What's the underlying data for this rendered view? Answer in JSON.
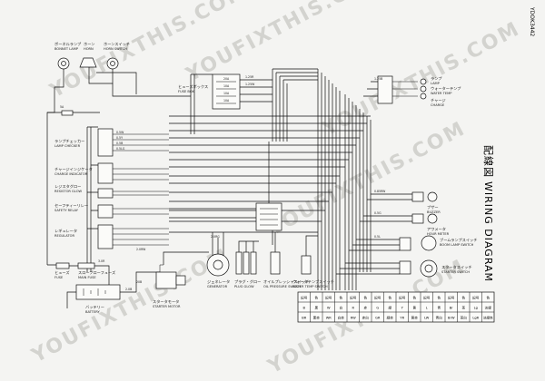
{
  "doc_id": "YDOK3442",
  "title_jp": "配線図",
  "title_en": "WIRING DIAGRAM",
  "watermark": "YOUFIXTHIS.COM",
  "components": {
    "bonnet_lamp": {
      "jp": "ボーネルランプ",
      "en": "BONNET LAMP"
    },
    "horn": {
      "jp": "ホーン",
      "en": "HORN"
    },
    "horn_switch": {
      "jp": "ホーンスイッチ",
      "en": "HORN SWITCH"
    },
    "fuse_box": {
      "jp": "ヒューズボックス",
      "en": "FUSE BOX"
    },
    "lamp_checker": {
      "jp": "ランプチェッカー",
      "en": "LAMP CHECKER"
    },
    "charge_indicator": {
      "jp": "チャージインジケータ",
      "en": "CHARGE INDICATOR"
    },
    "resistor_glow": {
      "jp": "レジスタグロー",
      "en": "RESISTOR GLOW"
    },
    "safety_relay": {
      "jp": "セーフティーリレー",
      "en": "SAFETY RELAY"
    },
    "regulator": {
      "jp": "レギュレータ",
      "en": "REGULATOR"
    },
    "fuse": {
      "jp": "ヒューズ",
      "en": "FUSE"
    },
    "main_fuse": {
      "jp": "スローブローフューズ",
      "en": "MAIN FUSE"
    },
    "battery": {
      "jp": "バッテリー",
      "en": "BATTERY"
    },
    "starter_motor": {
      "jp": "スタータモータ",
      "en": "STARTER MOTOR"
    },
    "generator": {
      "jp": "ジェネレータ",
      "en": "GENERATOR"
    },
    "plug_glow": {
      "jp": "プラグ・グロー",
      "en": "PLUG GLOW"
    },
    "oil_pressure_switch": {
      "jp": "オイルプレッシャスイッチ",
      "en": "OIL PRESSURE SWITCH"
    },
    "water_temp_switch": {
      "jp": "ウォータテンプスイッチ",
      "en": "WATER TEMP SWITCH"
    },
    "lamp": {
      "jp": "ランプ",
      "en": "LAMP"
    },
    "water_temp": {
      "jp": "ウォーターテンプ",
      "en": "WATER TEMP"
    },
    "charge": {
      "jp": "チャージ",
      "en": "CHARGE"
    },
    "buzzer": {
      "jp": "ブザー",
      "en": "BUZZER"
    },
    "hour_meter": {
      "jp": "アワメータ",
      "en": "HOUR METER"
    },
    "boom_lamp_switch": {
      "jp": "ブームランプスイッチ",
      "en": "BOOM LAMP SWITCH"
    },
    "starter_switch": {
      "jp": "スタータスイッチ",
      "en": "STARTER SWITCH"
    }
  },
  "fuse_values": [
    "20A",
    "10A",
    "10A",
    "10A",
    "5A"
  ],
  "wire_codes": [
    "1.25R",
    "1.25W",
    "0.5W",
    "0.5Y",
    "0.5B",
    "0.5LG",
    "2.0RW",
    "3.0R",
    "1.25B",
    "0.85RW",
    "0.5G",
    "0.5L",
    "2.0B",
    "20B",
    "2.0RG"
  ],
  "table_header": [
    "記号",
    "色",
    "記号",
    "色",
    "記号",
    "色",
    "記号",
    "色",
    "記号",
    "色",
    "記号",
    "色",
    "記号",
    "色",
    "記号",
    "色"
  ],
  "table_row1": [
    "B",
    "黒",
    "W",
    "白",
    "R",
    "赤",
    "G",
    "緑",
    "Y",
    "黄",
    "L",
    "青",
    "Br",
    "茶",
    "Lg",
    "淡緑"
  ],
  "table_row2": [
    "BR",
    "黒赤",
    "WR",
    "白赤",
    "RW",
    "赤白",
    "GR",
    "緑赤",
    "YR",
    "黄赤",
    "LW",
    "青白",
    "BrW",
    "茶白",
    "LgR",
    "淡緑赤"
  ]
}
